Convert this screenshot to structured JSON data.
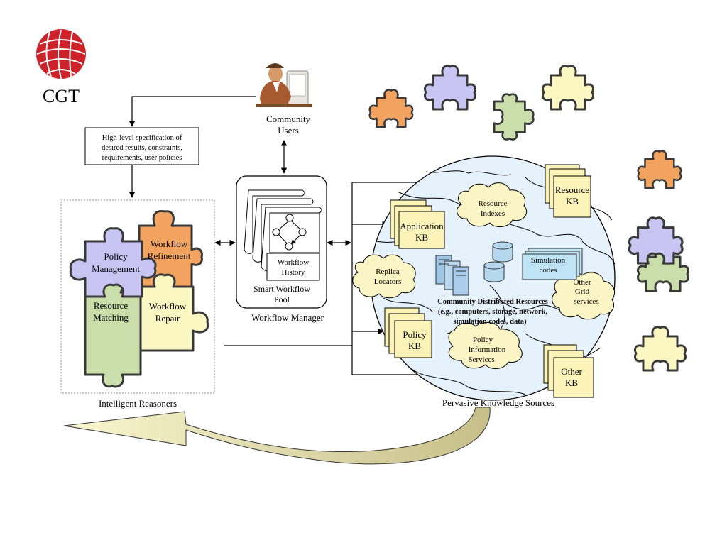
{
  "logo": {
    "text": "CGT",
    "color": "#cc2229",
    "text_color": "#9a9a9a"
  },
  "users": {
    "line1": "Community",
    "line2": "Users"
  },
  "spec": {
    "line1": "High-level specification of",
    "line2": "desired results, constraints,",
    "line3": "requirements, user policies"
  },
  "reasoners": {
    "caption": "Intelligent Reasoners",
    "policy": [
      "Policy",
      "Management"
    ],
    "refinement": [
      "Workflow",
      "Refinement"
    ],
    "matching": [
      "Resource",
      "Matching"
    ],
    "repair": [
      "Workflow",
      "Repair"
    ]
  },
  "workflow": {
    "pool": [
      "Smart Workflow",
      "Pool"
    ],
    "history": [
      "Workflow",
      "History"
    ],
    "manager": "Workflow Manager"
  },
  "sources": {
    "caption": "Pervasive Knowledge Sources",
    "resource_kb": [
      "Resource",
      "KB"
    ],
    "application_kb": [
      "Application",
      "KB"
    ],
    "policy_kb": [
      "Policy",
      "KB"
    ],
    "other_kb": [
      "Other",
      "KB"
    ],
    "resource_indexes": [
      "Resource",
      "Indexes"
    ],
    "replica_locators": [
      "Replica",
      "Locators"
    ],
    "simulation_codes": [
      "Simulation",
      "codes"
    ],
    "other_grid": [
      "Other",
      "Grid",
      "services"
    ],
    "policy_info": [
      "Policy",
      "Information",
      "Services"
    ],
    "community": [
      "Community Distributed Resources",
      "(e.g., computers, storage, network,",
      "simulation codes, data)"
    ]
  },
  "colors": {
    "orange": "#f2a35f",
    "purple": "#c8c5f2",
    "green": "#c9deaa",
    "yellow": "#fbf7c3",
    "globe": "#e6f2fb",
    "cloud": "#fbf5c6",
    "scroll": "#fbf3b8",
    "sim": "#bee4f5",
    "arrow_fill": "#f7f4c8",
    "arrow_dark": "#c9c08e"
  }
}
